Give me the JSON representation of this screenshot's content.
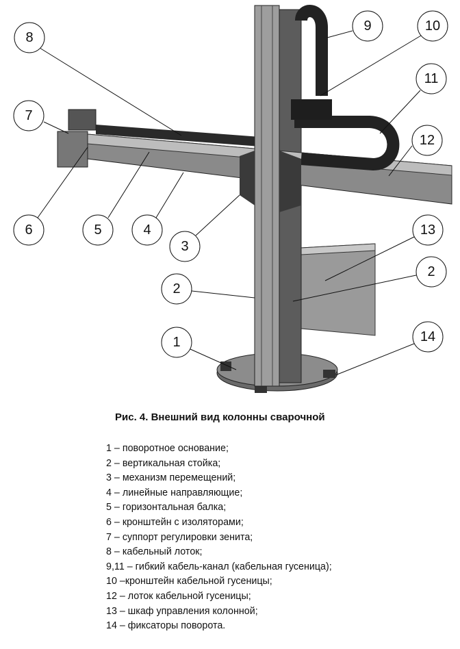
{
  "figure": {
    "caption": "Рис. 4. Внешний вид колонны сварочной",
    "callouts": [
      "8",
      "9",
      "10",
      "11",
      "12",
      "7",
      "6",
      "5",
      "4",
      "3",
      "13",
      "2",
      "2",
      "1",
      "14"
    ]
  },
  "legend": [
    "1 – поворотное основание;",
    "2 – вертикальная стойка;",
    "3 – механизм перемещений;",
    "4 – линейные направляющие;",
    "5 – горизонтальная балка;",
    "6 – кронштейн с изоляторами;",
    "7 – суппорт регулировки зенита;",
    "8 – кабельный лоток;",
    "9,11 – гибкий кабель-канал (кабельная гусеница);",
    "10 –кронштейн кабельной гусеницы;",
    "12 – лоток кабельной гусеницы;",
    "13 – шкаф управления колонной;",
    "14 – фиксаторы поворота."
  ]
}
